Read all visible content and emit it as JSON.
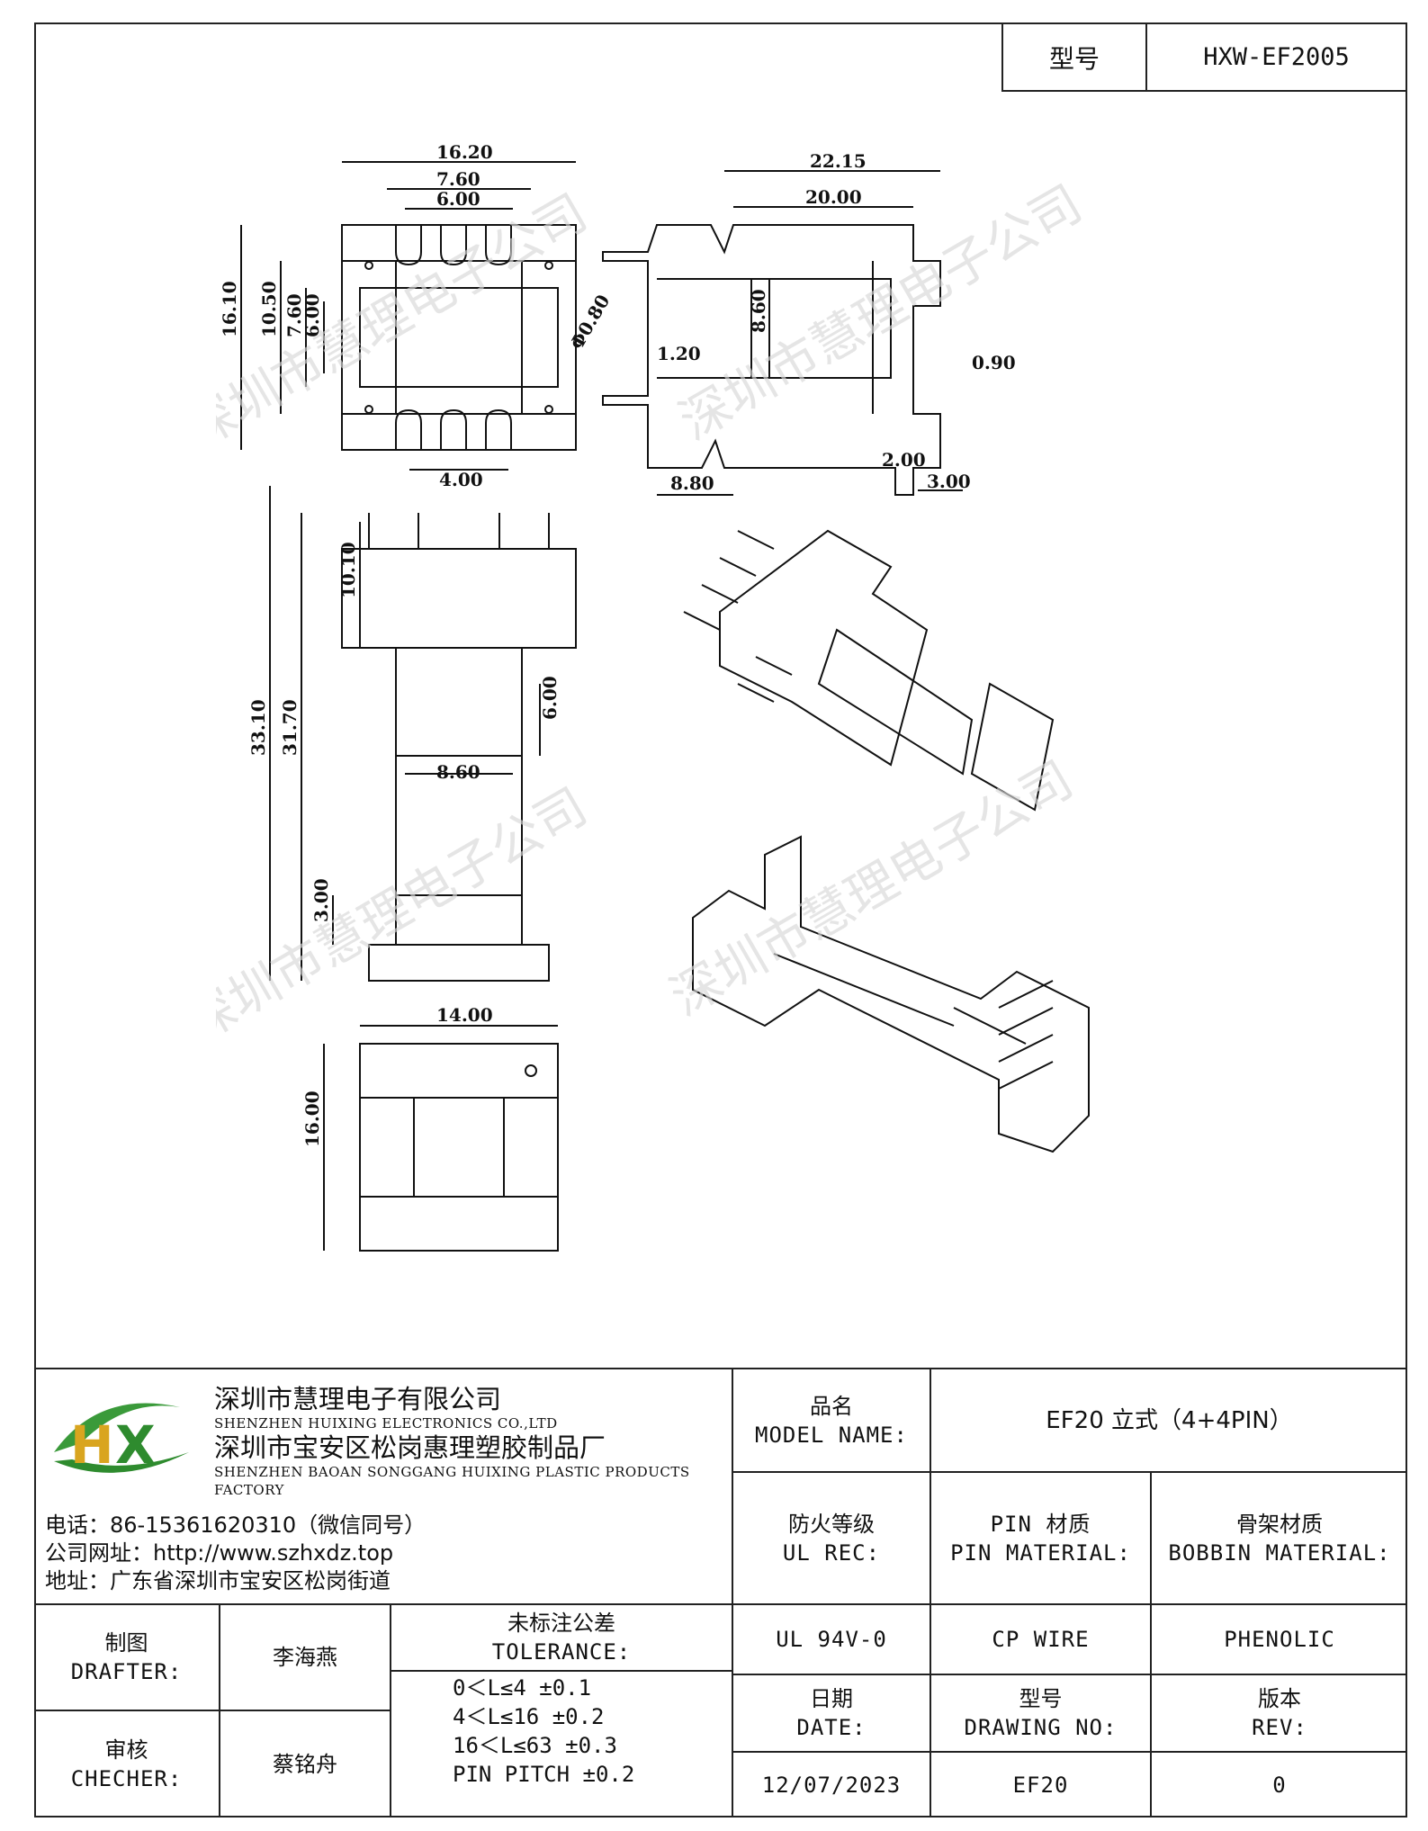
{
  "header": {
    "model_key": "型号",
    "model_value": "HXW-EF2005"
  },
  "drawing": {
    "watermark": "深圳市慧理电子公司",
    "dimensions": {
      "d1": "16.20",
      "d2": "7.60",
      "d3": "6.00",
      "d4": "16.10",
      "d5": "10.50",
      "d6": "7.60",
      "d7": "6.00",
      "d8": "Φ0.80",
      "d9": "4.00",
      "d10": "22.15",
      "d11": "20.00",
      "d12": "8.60",
      "d13": "1.20",
      "d14": "0.90",
      "d15": "8.80",
      "d16": "2.00",
      "d17": "3.00",
      "d18": "10.10",
      "d19": "6.00",
      "d20": "8.60",
      "d21": "33.10",
      "d22": "31.70",
      "d23": "3.00",
      "d24": "14.00",
      "d25": "16.00"
    }
  },
  "title_block": {
    "company_cn_1": "深圳市慧理电子有限公司",
    "company_en_1": "SHENZHEN HUIXING ELECTRONICS CO.,LTD",
    "company_cn_2": "深圳市宝安区松岗惠理塑胶制品厂",
    "company_en_2": "SHENZHEN BAOAN SONGGANG HUIXING PLASTIC PRODUCTS FACTORY",
    "phone": "电话：86-15361620310（微信同号）",
    "website": "公司网址：http://www.szhxdz.top",
    "address": "地址：广东省深圳市宝安区松岗街道",
    "model_name_cn": "品名",
    "model_name_en": "MODEL NAME:",
    "model_name_value": "EF20 立式（4+4PIN）",
    "ul_cn": "防火等级",
    "ul_en": "UL REC:",
    "pin_mat_cn": "PIN 材质",
    "pin_mat_en": "PIN MATERIAL:",
    "bobbin_mat_cn": "骨架材质",
    "bobbin_mat_en": "BOBBIN MATERIAL:",
    "ul_value": "UL 94V-0",
    "pin_value": "CP WIRE",
    "bobbin_value": "PHENOLIC",
    "drafter_cn": "制图",
    "drafter_en": "DRAFTER:",
    "drafter_name": "李海燕",
    "checker_cn": "审核",
    "checker_en": "CHECHER:",
    "checker_name": "蔡铭舟",
    "tolerance_cn": "未标注公差",
    "tolerance_en": "TOLERANCE:",
    "tol_1": "0＜L≤4   ±0.1",
    "tol_2": "4＜L≤16  ±0.2",
    "tol_3": "16＜L≤63 ±0.3",
    "tol_4": "PIN PITCH ±0.2",
    "date_cn": "日期",
    "date_en": "DATE:",
    "drawing_no_cn": "型号",
    "drawing_no_en": "DRAWING NO:",
    "rev_cn": "版本",
    "rev_en": "REV:",
    "date_value": "12/07/2023",
    "drawing_no_value": "EF20",
    "rev_value": "0"
  }
}
